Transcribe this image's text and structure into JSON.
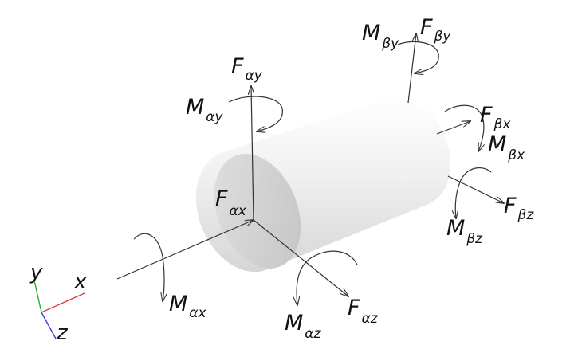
{
  "labels": {
    "F_alpha_x": {
      "main": "F",
      "sub": "αx"
    },
    "M_alpha_x": {
      "main": "M",
      "sub": "αx"
    },
    "F_alpha_y": {
      "main": "F",
      "sub": "αy"
    },
    "M_alpha_y": {
      "main": "M",
      "sub": "αy"
    },
    "F_alpha_z": {
      "main": "F",
      "sub": "αz"
    },
    "M_alpha_z": {
      "main": "M",
      "sub": "αz"
    },
    "F_beta_x": {
      "main": "F",
      "sub": "βx"
    },
    "M_beta_x": {
      "main": "M",
      "sub": "βx"
    },
    "F_beta_y": {
      "main": "F",
      "sub": "βy"
    },
    "M_beta_y": {
      "main": "M",
      "sub": "βy"
    },
    "F_beta_z": {
      "main": "F",
      "sub": "βz"
    },
    "M_beta_z": {
      "main": "M",
      "sub": "βz"
    }
  },
  "axes": {
    "x": {
      "label": "x",
      "color": "#e03a3a"
    },
    "y": {
      "label": "y",
      "color": "#2fae3a"
    },
    "z": {
      "label": "z",
      "color": "#3a3ae0"
    }
  },
  "colors": {
    "cylinder_light": "#f2f2f2",
    "cylinder_mid": "#d9d9d9",
    "end_face": "#cfcfcf",
    "arrow": "#333333"
  }
}
